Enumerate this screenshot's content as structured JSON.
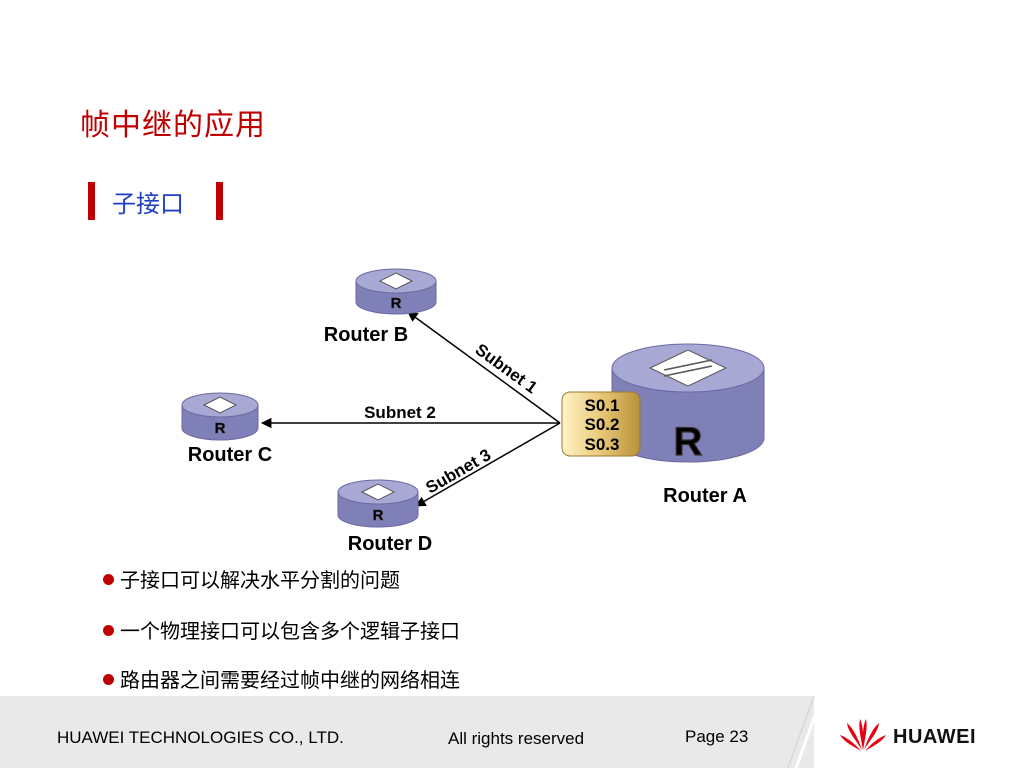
{
  "slide": {
    "title": "帧中继的应用",
    "subheading": "子接口"
  },
  "diagram": {
    "routers": {
      "a": {
        "label": "Router A",
        "badge": "R"
      },
      "b": {
        "label": "Router B",
        "badge": "R"
      },
      "c": {
        "label": "Router C",
        "badge": "R"
      },
      "d": {
        "label": "Router D",
        "badge": "R"
      }
    },
    "links": {
      "subnet1": "Subnet 1",
      "subnet2": "Subnet 2",
      "subnet3": "Subnet 3"
    },
    "interfaces": [
      "S0.1",
      "S0.2",
      "S0.3"
    ],
    "colors": {
      "router_body": "#8080b8",
      "router_top": "#a8a8d4",
      "interface_box": "#e8c877"
    }
  },
  "bullets": [
    "子接口可以解决水平分割的问题",
    "一个物理接口可以包含多个逻辑子接口",
    "路由器之间需要经过帧中继的网络相连"
  ],
  "footer": {
    "company": "HUAWEI TECHNOLOGIES CO., LTD.",
    "rights": "All rights reserved",
    "page": "Page 23",
    "brand": "HUAWEI",
    "logo_icon": "huawei-petal-logo-icon",
    "logo_color": "#e60012"
  }
}
